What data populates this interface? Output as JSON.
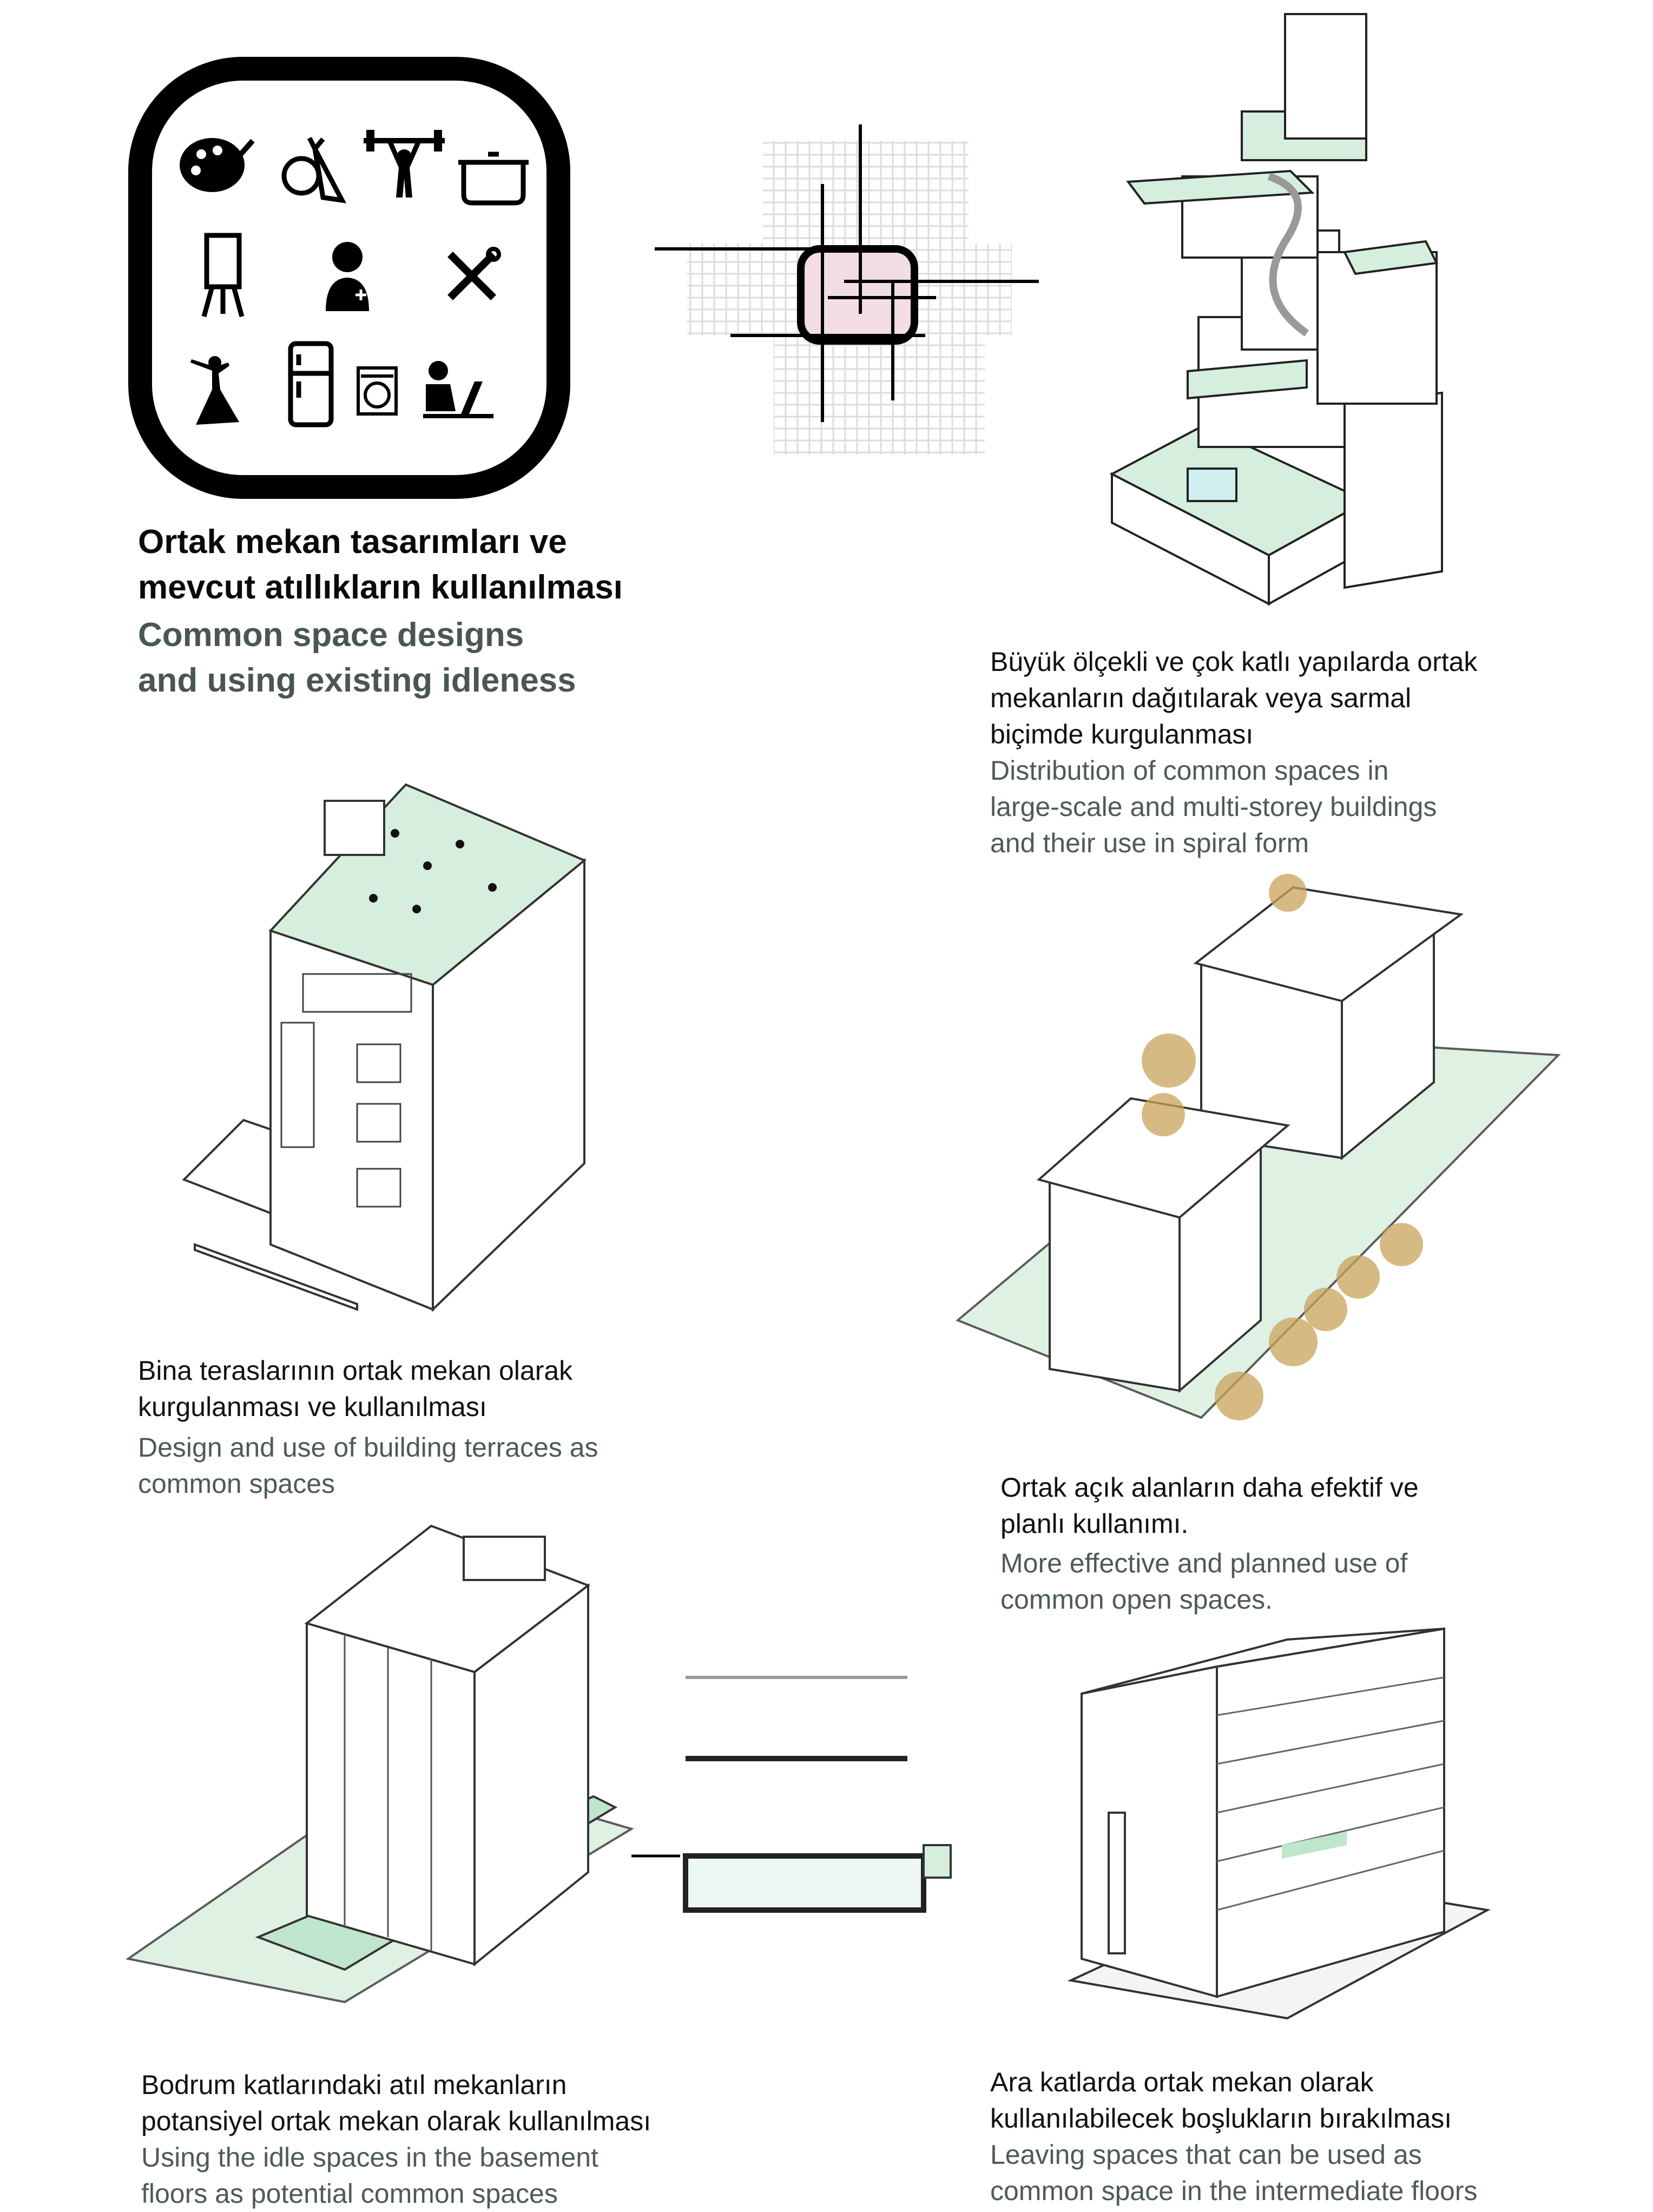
{
  "header": {
    "title_tr": [
      "Ortak mekan tasarımları ve",
      "mevcut atıllıkların kullanılması"
    ],
    "title_en": [
      "Common space designs",
      "and using existing idleness"
    ]
  },
  "icons": [
    "palette-icon",
    "vegetables-icon",
    "weightlifting-icon",
    "cooking-pot-icon",
    "flipchart-icon",
    "doctor-icon",
    "tools-icon",
    "dancer-icon",
    "refrigerator-icon",
    "washing-machine-icon",
    "laptop-user-icon"
  ],
  "captions": {
    "spiral": {
      "tr": [
        "Büyük ölçekli ve çok katlı yapılarda ortak",
        "mekanların dağıtılarak veya sarmal",
        "biçimde kurgulanması"
      ],
      "en": [
        "Distribution of common spaces in",
        "large-scale and multi-storey buildings",
        "and their use in spiral form"
      ]
    },
    "terraces": {
      "tr": [
        "Bina teraslarının ortak mekan olarak",
        "kurgulanması ve kullanılması"
      ],
      "en": [
        "Design and use of building terraces as",
        "common spaces"
      ]
    },
    "open_spaces": {
      "tr": [
        "Ortak açık alanların daha efektif ve",
        "planlı kullanımı."
      ],
      "en": [
        "More effective and planned use of",
        "common open spaces."
      ]
    },
    "basement": {
      "tr": [
        "Bodrum katlarındaki atıl mekanların",
        "potansiyel ortak mekan olarak kullanılması"
      ],
      "en": [
        "Using the idle spaces in the basement",
        "floors as potential common spaces"
      ]
    },
    "intermediate": {
      "tr": [
        "Ara katlarda ortak mekan olarak",
        "kullanılabilecek boşlukların bırakılması"
      ],
      "en": [
        "Leaving spaces that can be used as",
        "common space in the intermediate floors"
      ]
    }
  },
  "colors": {
    "green": "#d6eedd",
    "pink": "#f2dde3",
    "grey_text": "#4e5a5a",
    "tree": "#c9a35a"
  }
}
